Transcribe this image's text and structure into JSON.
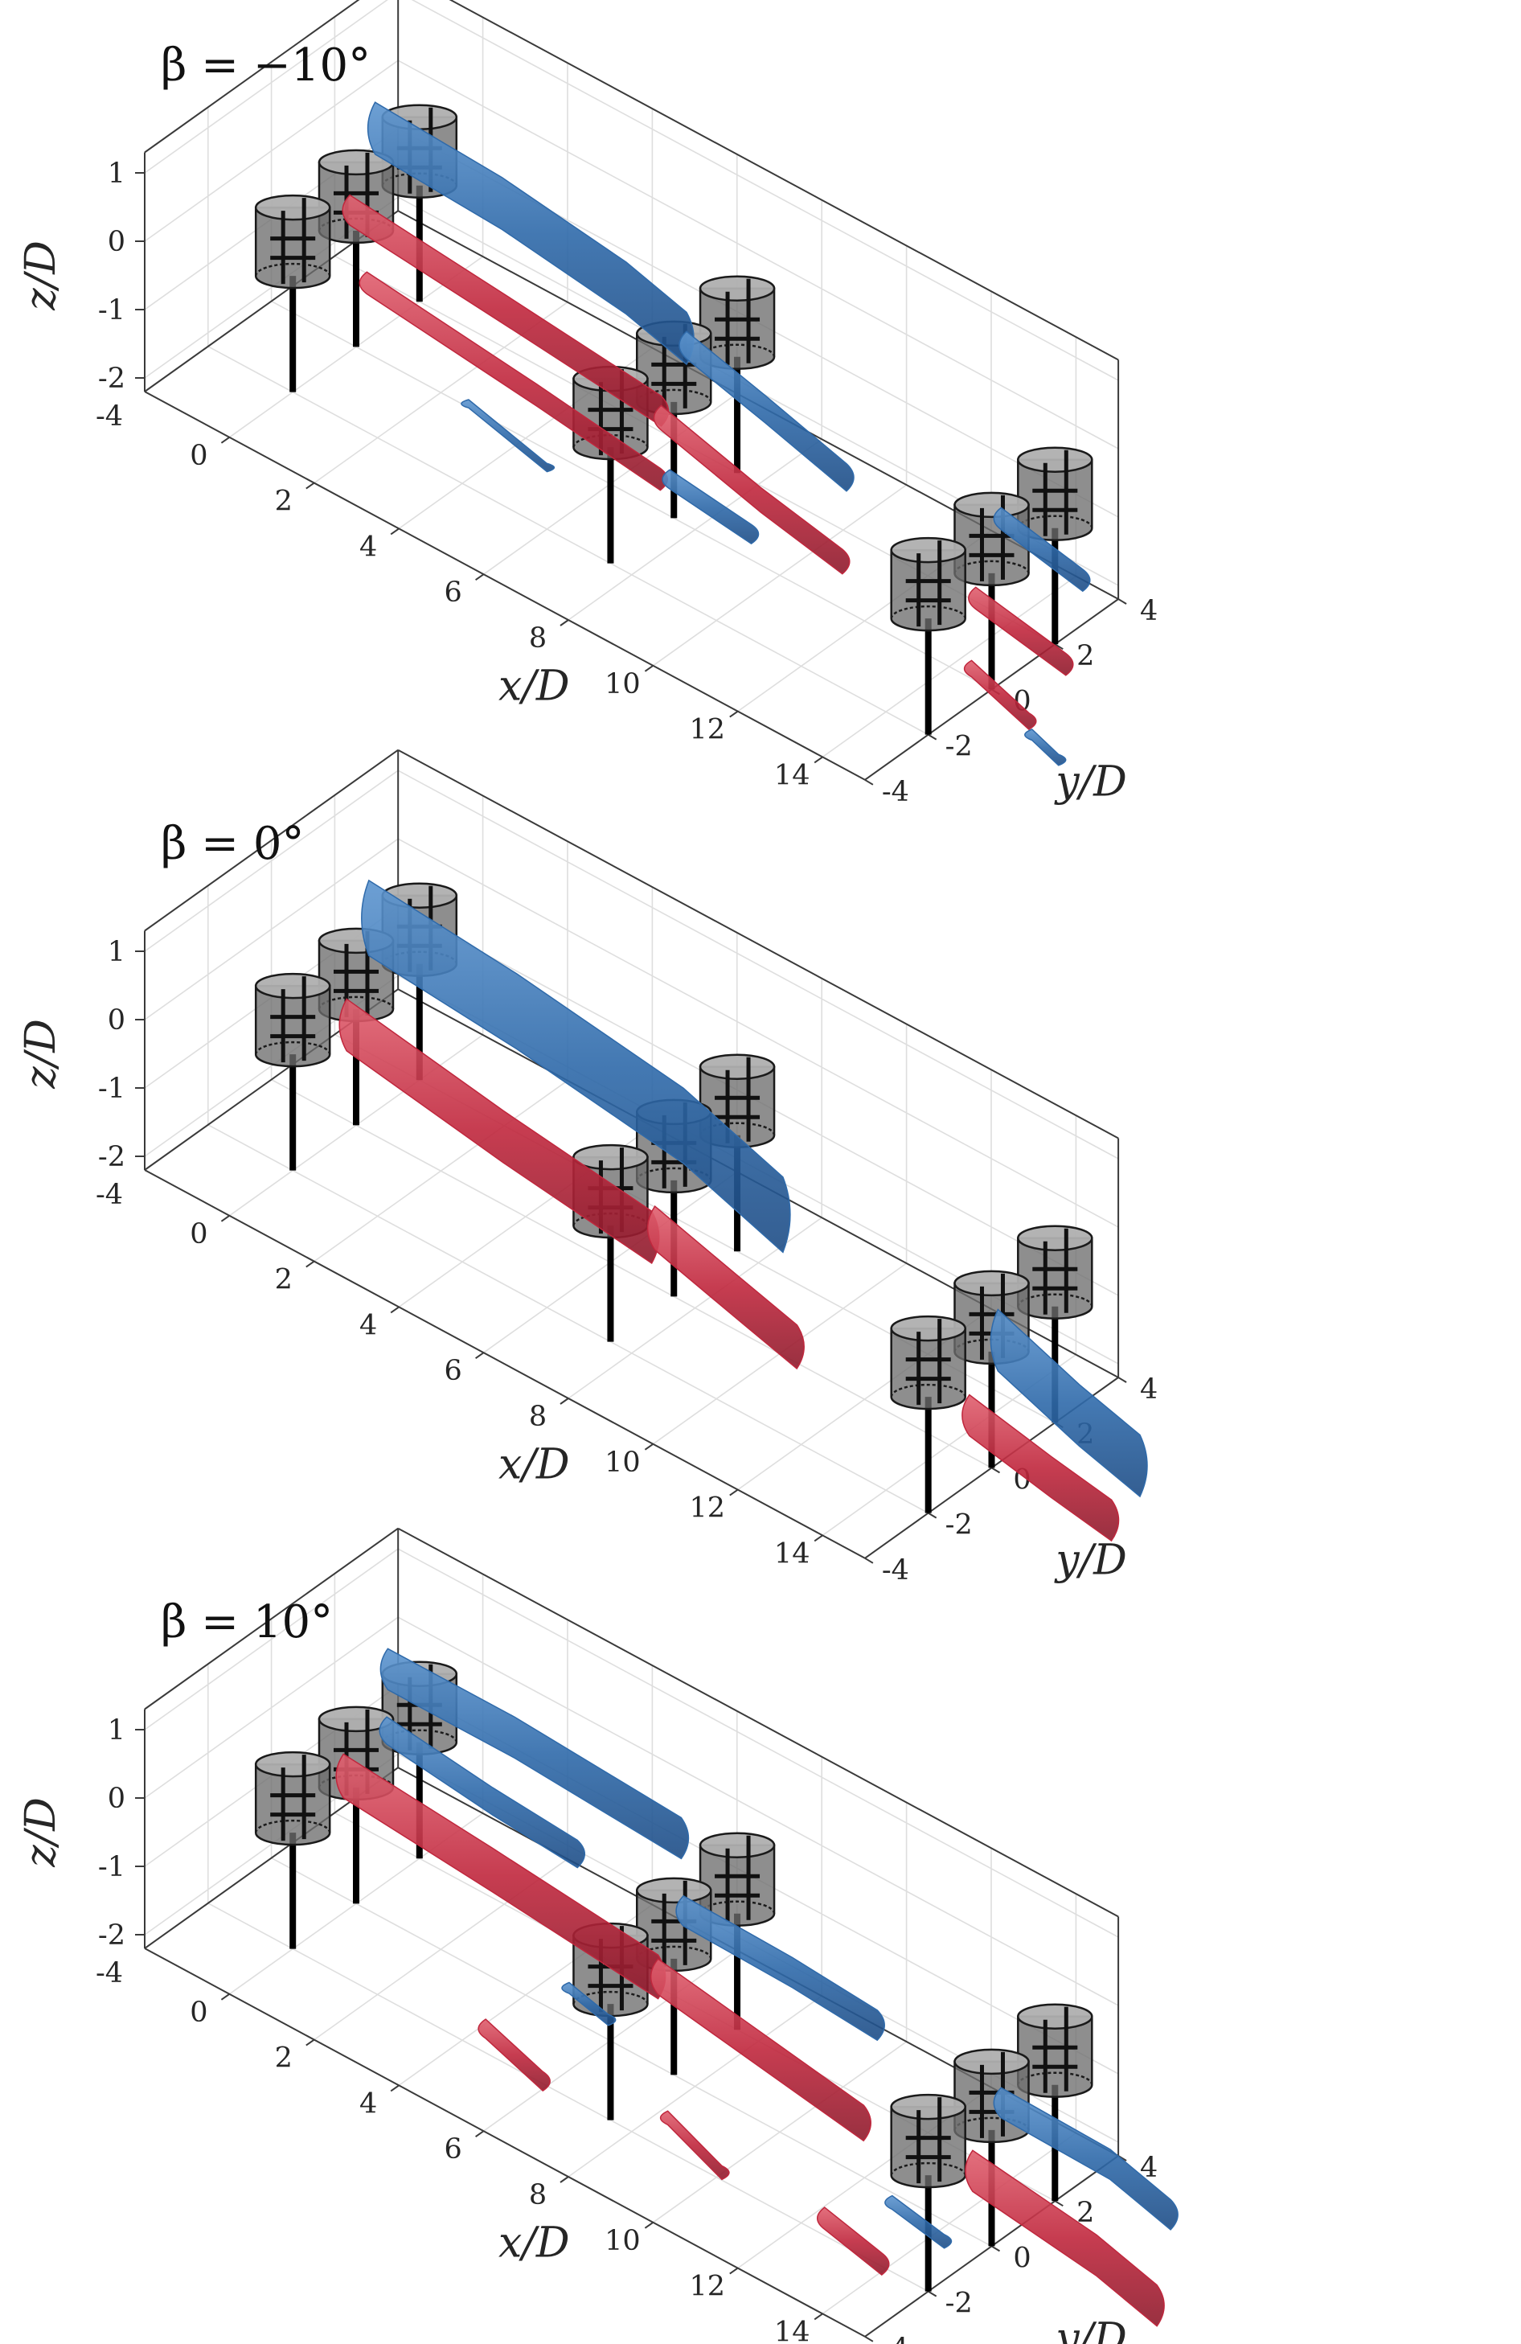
{
  "panels": [
    {
      "id": "neg10",
      "label": "β = −10°",
      "beta": -10,
      "pattern": "fragmented"
    },
    {
      "id": "zero",
      "label": "β = 0°",
      "beta": 0,
      "pattern": "coherent"
    },
    {
      "id": "pos10",
      "label": "β = 10°",
      "beta": 10,
      "pattern": "scattered"
    }
  ],
  "axes": {
    "x": {
      "label": "x/D",
      "ticks": [
        "0",
        "2",
        "4",
        "6",
        "8",
        "10",
        "12",
        "14"
      ],
      "range": [
        -2,
        15
      ]
    },
    "y": {
      "label": "y/D",
      "ticks": [
        "-4",
        "-2",
        "0",
        "2",
        "4"
      ],
      "range": [
        -4,
        4
      ]
    },
    "z": {
      "label": "z/D",
      "ticks": [
        "-2",
        "-1",
        "0",
        "1"
      ],
      "range": [
        -2.2,
        1.3
      ]
    }
  },
  "turbines_xy_D": [
    [
      0,
      2
    ],
    [
      0,
      0
    ],
    [
      0,
      -2
    ],
    [
      7.5,
      2
    ],
    [
      7.5,
      0
    ],
    [
      7.5,
      -2
    ],
    [
      15,
      2
    ],
    [
      15,
      0
    ],
    [
      15,
      -2
    ]
  ],
  "isosurface_colors": {
    "positive": "#c0273d",
    "negative": "#2f6aaa"
  },
  "turbine_colors": {
    "body": "#6e6e6e",
    "top": "#afafaf",
    "pole": "#000000"
  }
}
